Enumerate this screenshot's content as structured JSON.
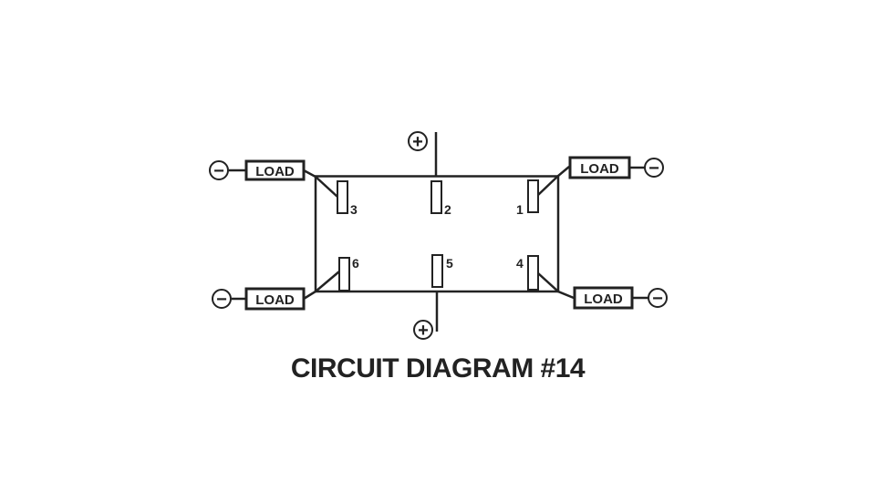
{
  "title": "CIRCUIT DIAGRAM #14",
  "load_label": "LOAD",
  "plus_symbol": "+",
  "minus_symbol": "−",
  "terminals": [
    "1",
    "2",
    "3",
    "4",
    "5",
    "6"
  ],
  "colors": {
    "ink": "#222222",
    "background": "#ffffff"
  }
}
